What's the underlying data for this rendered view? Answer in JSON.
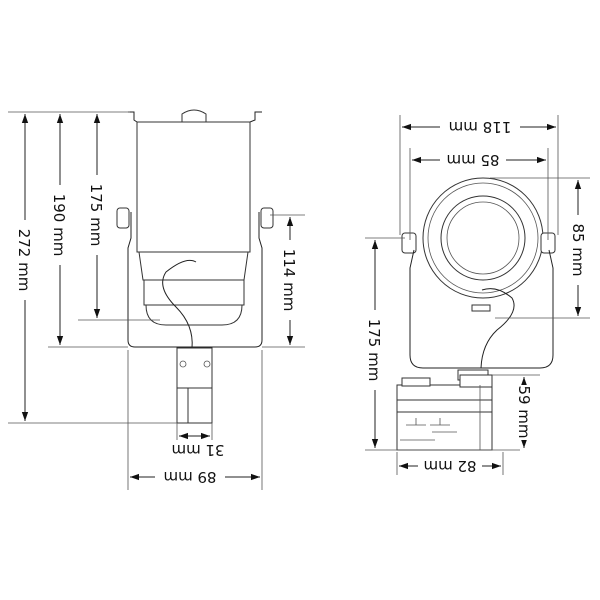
{
  "side_view": {
    "dims": {
      "total_height": "272 mm",
      "yoke_height": "190 mm",
      "body_height": "175 mm",
      "pivot_height": "114 mm",
      "adapter_width": "31 mm",
      "yoke_width": "89 mm"
    }
  },
  "front_view": {
    "dims": {
      "overall_width": "118 mm",
      "body_width": "85 mm",
      "body_height": "85 mm",
      "total_height": "175 mm",
      "adapter_height": "59 mm",
      "adapter_width": "82 mm"
    }
  }
}
